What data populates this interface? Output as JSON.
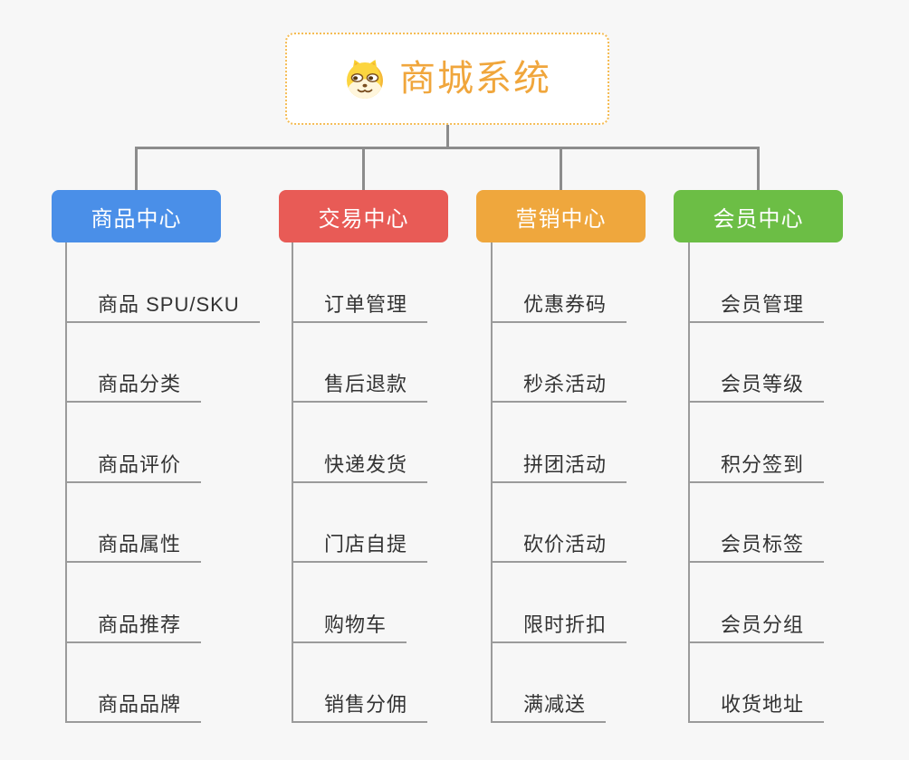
{
  "root": {
    "title": "商城系统",
    "icon": "dog-face-icon"
  },
  "branches": [
    {
      "label": "商品中心",
      "color": "#4A8FE8",
      "children": [
        "商品 SPU/SKU",
        "商品分类",
        "商品评价",
        "商品属性",
        "商品推荐",
        "商品品牌"
      ]
    },
    {
      "label": "交易中心",
      "color": "#E85B56",
      "children": [
        "订单管理",
        "售后退款",
        "快递发货",
        "门店自提",
        "购物车",
        "销售分佣"
      ]
    },
    {
      "label": "营销中心",
      "color": "#EFA73D",
      "children": [
        "优惠券码",
        "秒杀活动",
        "拼团活动",
        "砍价活动",
        "限时折扣",
        "满减送"
      ]
    },
    {
      "label": "会员中心",
      "color": "#6CBE45",
      "children": [
        "会员管理",
        "会员等级",
        "积分签到",
        "会员标签",
        "会员分组",
        "收货地址"
      ]
    }
  ],
  "colors": {
    "background": "#F7F7F7",
    "connector": "#8C8C8C",
    "leaf_line": "#9B9B9B",
    "leaf_text": "#333333",
    "root_text": "#F0A63C",
    "root_border": "#F5BC54",
    "branch_text": "#FFFFFF"
  }
}
